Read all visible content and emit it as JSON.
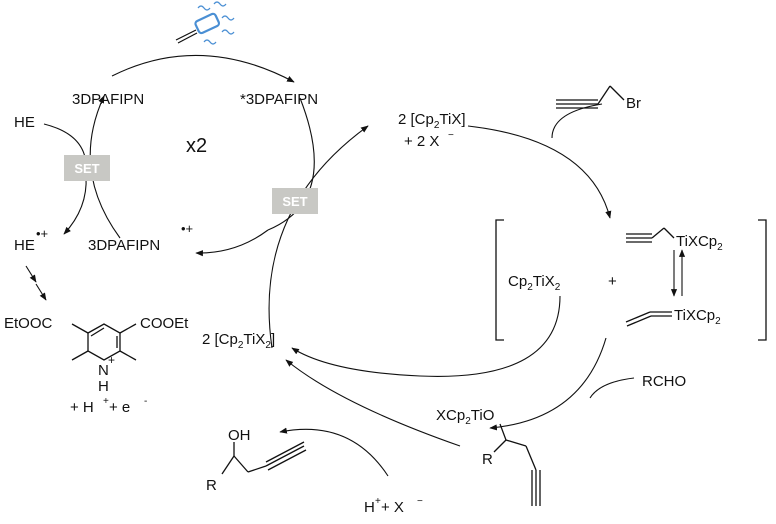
{
  "photocatalyst": {
    "ground": "3DPAFIPN",
    "excited": "*3DPAFIPN",
    "radical_cation": "3DPAFIPN",
    "radical_cation_charge": "•+",
    "multiplier": "x2"
  },
  "reductant": {
    "name": "HE",
    "radical_cation": "HE",
    "radical_cation_charge": "•+"
  },
  "set_badges": [
    "SET",
    "SET"
  ],
  "pyridinium": {
    "left_ester": "EtOOC",
    "right_ester": "COOEt",
    "nh_h": "H",
    "nh_n": "N",
    "nh_plus": "+",
    "byproducts": [
      "+ H",
      "+",
      " + e",
      "-"
    ]
  },
  "titanium": {
    "tix_coef": "2 [Cp",
    "tix_sub": "2",
    "tix_rest": "TiX]",
    "x_minus": "+ 2 X",
    "x_minus_charge": "−",
    "tix2_coef": "2 [Cp",
    "tix2_sub1": "2",
    "tix2_mid": "TiX",
    "tix2_sub2": "2",
    "tix2_end": "]",
    "cp2tix2_a": "Cp",
    "cp2tix2_sub1": "2",
    "cp2tix2_b": "TiX",
    "cp2tix2_sub2": "2",
    "plus": "+"
  },
  "substrates": {
    "propargyl_bromide_br": "Br",
    "aldehyde": "RCHO",
    "propargyl_ti": "TiXCp",
    "propargyl_ti_sub": "2",
    "allenyl_ti": "TiXCp",
    "allenyl_ti_sub": "2",
    "alkoxide_label": "XCp",
    "alkoxide_sub": "2",
    "alkoxide_rest": "TiO",
    "alkoxide_r": "R",
    "product_oh": "OH",
    "product_r": "R",
    "proton": "H",
    "proton_charge": "+",
    "proton_plus_x": " + X",
    "proton_x_charge": "−"
  },
  "colors": {
    "set_badge": "#c8c8c4",
    "lamp": "#4a8fd4",
    "ink": "#111111"
  }
}
